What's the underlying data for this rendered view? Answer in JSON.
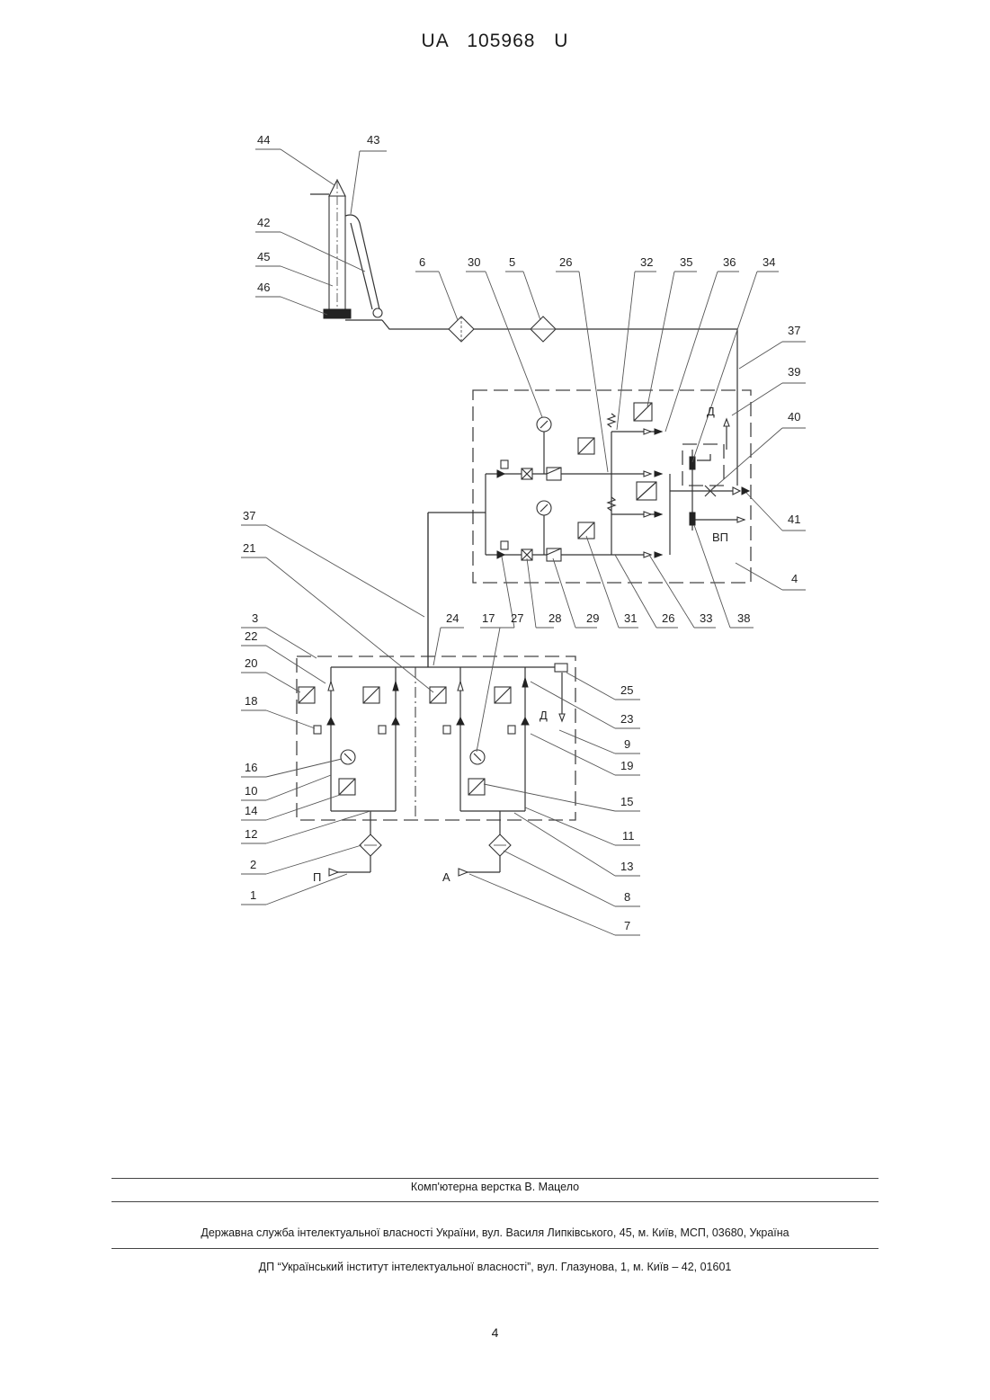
{
  "header": {
    "text": "UA   105968   U"
  },
  "figure": {
    "labels": {
      "l44": "44",
      "l43": "43",
      "l42": "42",
      "l45": "45",
      "l46": "46",
      "l6": "6",
      "l30": "30",
      "l5": "5",
      "l26a": "26",
      "l32": "32",
      "l35": "35",
      "l36": "36",
      "l34": "34",
      "l37a": "37",
      "l39": "39",
      "l40": "40",
      "l41": "41",
      "l4": "4",
      "l37b": "37",
      "l21": "21",
      "l27": "27",
      "l28": "28",
      "l29": "29",
      "l31": "31",
      "l26b": "26",
      "l33": "33",
      "l38": "38",
      "l24": "24",
      "l17": "17",
      "l3": "3",
      "l22": "22",
      "l20": "20",
      "l18": "18",
      "l16": "16",
      "l10": "10",
      "l14": "14",
      "l12": "12",
      "l2": "2",
      "l1": "1",
      "l25": "25",
      "l23": "23",
      "l9": "9",
      "l19": "19",
      "l15": "15",
      "l11": "11",
      "l13": "13",
      "l8": "8",
      "l7": "7",
      "letter_d1": "Д",
      "letter_vp": "ВП",
      "letter_d2": "Д",
      "letter_p": "П",
      "letter_a": "А"
    }
  },
  "footer": {
    "layout_credit": "Комп'ютерна верстка В. Мацело",
    "service": "Державна служба інтелектуальної власності України, вул. Василя Липківського, 45, м. Київ, МСП, 03680, Україна",
    "institute": "ДП “Український інститут інтелектуальної власності”, вул. Глазунова, 1, м. Київ – 42, 01601"
  },
  "page": {
    "number": "4"
  }
}
